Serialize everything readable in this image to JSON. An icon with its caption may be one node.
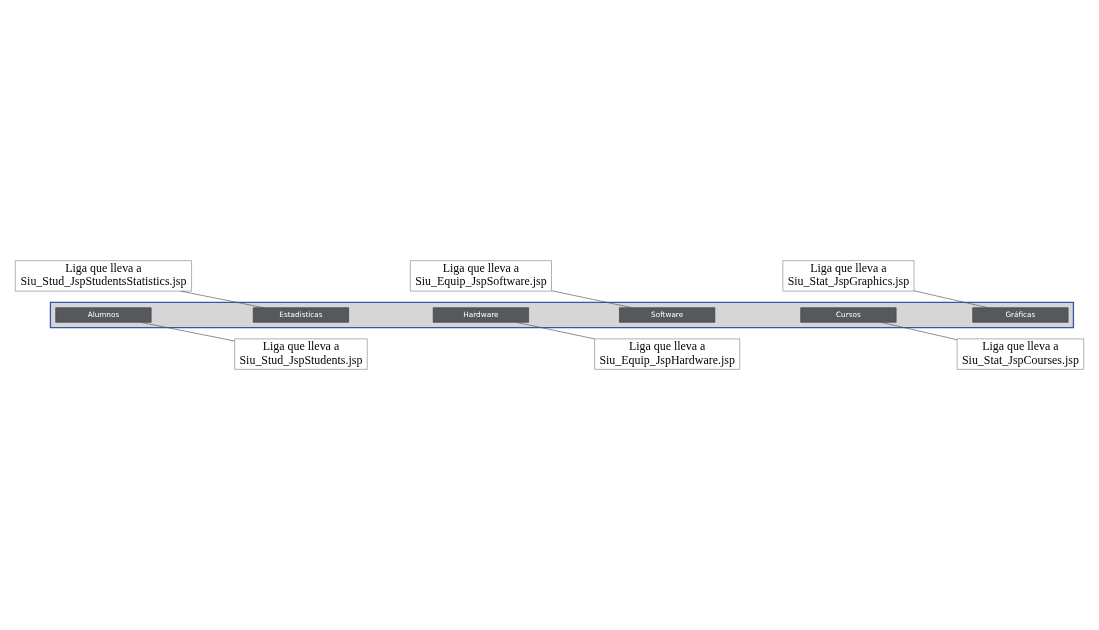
{
  "diagram": {
    "nodes": [
      {
        "text": [],
        "shape": "bar"
      },
      {
        "text": [
          "Alumnos"
        ],
        "in": 0
      },
      {
        "text": [
          "Estadisticas"
        ],
        "in": 0
      },
      {
        "text": [
          "Hardware"
        ],
        "in": 0
      },
      {
        "text": [
          "Software"
        ],
        "in": 0
      },
      {
        "text": [
          "Cursos"
        ],
        "in": 0
      },
      {
        "text": [
          "Gráficas"
        ],
        "in": 0
      },
      {
        "text": [
          "Liga que lleva a Siu_Stud_JspStudents.jsp"
        ]
      },
      {
        "text": [
          "Liga que lleva a Siu_Stud_JspStudentsStatistics.jsp"
        ]
      },
      {
        "text": [
          "Liga que lleva a Siu_Equip_JspHardware.jsp"
        ]
      },
      {
        "text": [
          "Liga que lleva a Siu_Equip_JspSoftware.jsp"
        ]
      },
      {
        "text": [
          "Liga que lleva a Siu_Stat_JspCourses.jsp"
        ]
      },
      {
        "text": [
          "Liga que lleva a Siu_Stat_JspGraphics.jsp"
        ]
      }
    ],
    "edges": [
      {
        "from": 1,
        "to": 7,
        "arrow": "none"
      },
      {
        "from": 8,
        "to": 2,
        "arrow": "none"
      },
      {
        "from": 3,
        "to": 9,
        "arrow": "none"
      },
      {
        "from": 10,
        "to": 4,
        "arrow": "none"
      },
      {
        "from": 5,
        "to": 11,
        "arrow": "none"
      },
      {
        "from": 12,
        "to": 6,
        "arrow": "none"
      }
    ]
  }
}
